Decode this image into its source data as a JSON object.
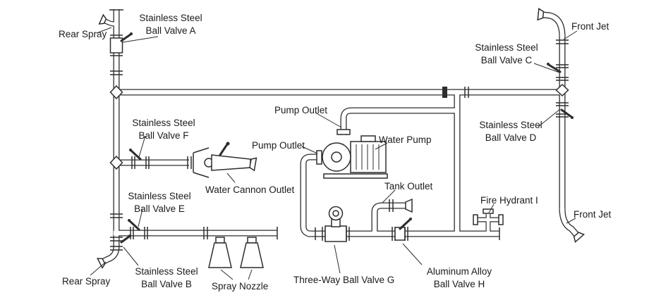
{
  "colors": {
    "line": "#2d2d2d",
    "background": "#ffffff"
  },
  "diagram": {
    "labels": {
      "rear_spray_top": "Rear Spray",
      "ball_valve_a": "Stainless Steel\nBall Valve A",
      "front_jet_top": "Front Jet",
      "ball_valve_c": "Stainless Steel\nBall Valve C",
      "ball_valve_d": "Stainless Steel\nBall Valve D",
      "pump_outlet_top": "Pump Outlet",
      "pump_outlet_left": "Pump Outlet",
      "water_pump": "Water Pump",
      "ball_valve_f": "Stainless Steel\nBall Valve F",
      "water_cannon_outlet": "Water Cannon Outlet",
      "ball_valve_e": "Stainless Steel\nBall Valve E",
      "tank_outlet": "Tank Outlet",
      "fire_hydrant_i": "Fire Hydrant I",
      "front_jet_bottom": "Front Jet",
      "rear_spray_bottom": "Rear Spray",
      "ball_valve_b": "Stainless Steel\nBall Valve B",
      "spray_nozzle": "Spray Nozzle",
      "three_way_ball_valve_g": "Three-Way Ball Valve G",
      "ball_valve_h": "Aluminum Alloy\nBall Valve H"
    }
  }
}
